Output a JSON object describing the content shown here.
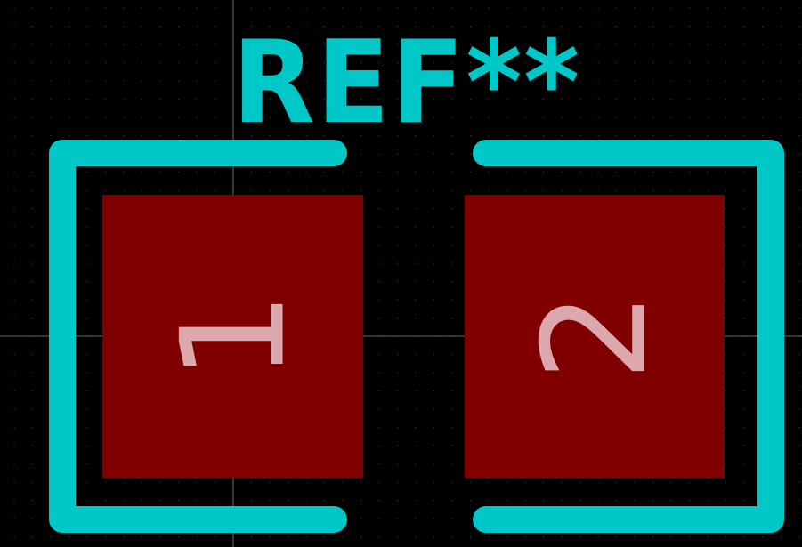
{
  "footprint": {
    "reference": "REF**",
    "pads": [
      {
        "number": "1"
      },
      {
        "number": "2"
      }
    ]
  },
  "colors": {
    "background": "#000000",
    "grid_dot": "#3a3a3a",
    "crosshair": "#6a6a6a",
    "silkscreen": "#00c8c8",
    "pad_fill": "#800000",
    "pad_text": "#dba8ad"
  }
}
